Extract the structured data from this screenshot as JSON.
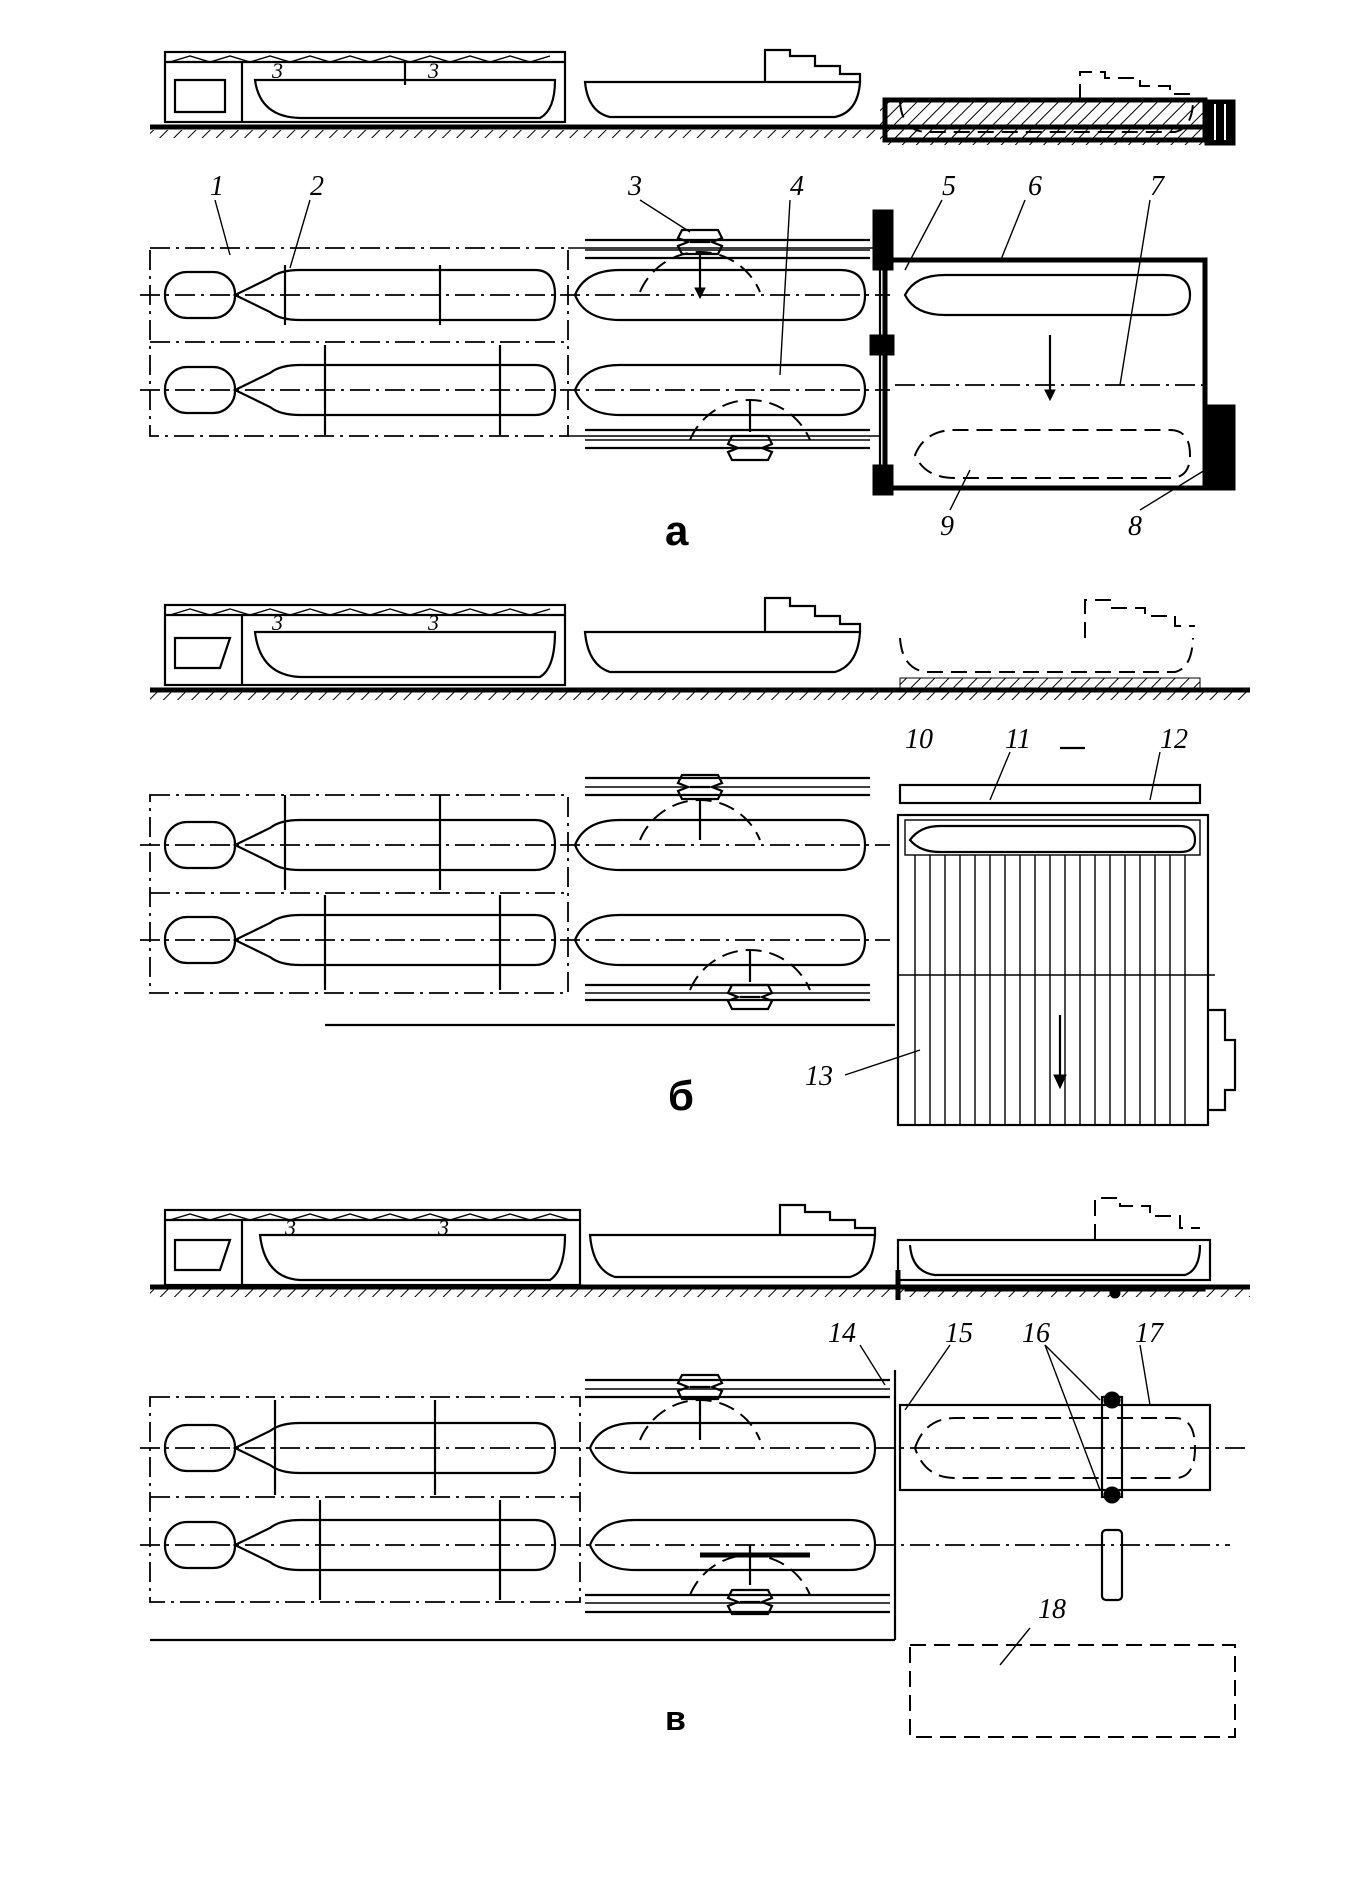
{
  "figure": {
    "panels": [
      {
        "id": "a",
        "letter": "а"
      },
      {
        "id": "b",
        "letter": "б"
      },
      {
        "id": "c",
        "letter": "в"
      }
    ],
    "callouts": [
      "1",
      "2",
      "3",
      "4",
      "5",
      "6",
      "7",
      "8",
      "9",
      "10",
      "11",
      "12",
      "13",
      "14",
      "15",
      "16",
      "17",
      "18"
    ]
  }
}
